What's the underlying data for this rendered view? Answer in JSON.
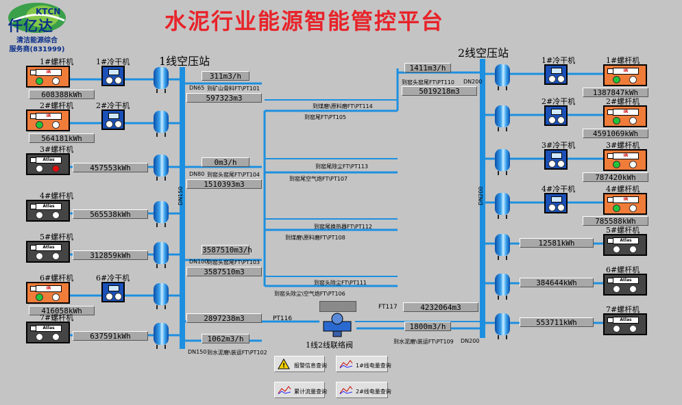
{
  "header": {
    "title": "水泥行业能源智能管控平台",
    "logo": {
      "brand_en": "KTCN",
      "brand_cn": "仟亿达",
      "line1": "清洁能源综合",
      "line2": "服务商(831999)"
    }
  },
  "stations": {
    "line1": "1线空压站",
    "line2": "2线空压站"
  },
  "colors": {
    "pipe": "#1c8fe0",
    "background": "#c4c4c4",
    "title": "#e8232a",
    "ir": "#f07c3a",
    "atlas": "#454545",
    "dryer": "#1a50b8"
  },
  "left_units": [
    {
      "comp": "1#螺杆机",
      "type": "IR",
      "dryer": "1#冷干机",
      "energy": "608388kWh"
    },
    {
      "comp": "2#螺杆机",
      "type": "IR",
      "dryer": "2#冷干机",
      "energy": "564181kWh"
    },
    {
      "comp": "3#螺杆机",
      "type": "Atlas",
      "energy": "457553kWh"
    },
    {
      "comp": "4#螺杆机",
      "type": "Atlas",
      "energy": "565538kWh"
    },
    {
      "comp": "5#螺杆机",
      "type": "Atlas",
      "energy": "312859kWh"
    },
    {
      "comp": "6#螺杆机",
      "type": "IR",
      "dryer": "6#冷干机",
      "energy": "416058kWh"
    },
    {
      "comp": "7#螺杆机",
      "type": "Atlas",
      "energy": "637591kWh"
    }
  ],
  "right_units": [
    {
      "comp": "1#螺杆机",
      "type": "IR",
      "dryer": "1#冷干机",
      "energy": "1387847kWh"
    },
    {
      "comp": "2#螺杆机",
      "type": "IR",
      "dryer": "2#冷干机",
      "energy": "4591069kWh"
    },
    {
      "comp": "3#螺杆机",
      "type": "IR",
      "dryer": "3#冷干机",
      "energy": "787420kWh"
    },
    {
      "comp": "4#螺杆机",
      "type": "IR",
      "dryer": "4#冷干机",
      "energy": "785588kWh"
    },
    {
      "comp": "5#螺杆机",
      "type": "Atlas",
      "energy": "12581kWh"
    },
    {
      "comp": "6#螺杆机",
      "type": "Atlas",
      "energy": "384644kWh"
    },
    {
      "comp": "7#螺杆机",
      "type": "Atlas",
      "energy": "553711kWh"
    }
  ],
  "left_flows": [
    {
      "rate": "311m3/h",
      "dn": "DN65",
      "name": "到矿山骨料FT\\PT101",
      "total": "597323m3"
    },
    {
      "rate": "0m3/h",
      "dn": "DN80",
      "name": "到窑头窑尾FT\\PT104",
      "total": "1510393m3"
    },
    {
      "rate": "3587510m3/h",
      "dn": "DN100",
      "name": "到窑头窑尾FT\\PT103",
      "total": "3587510m3"
    },
    {
      "rate": "1062m3/h",
      "dn": "DN150",
      "name": "到水泥磨\\装运FT\\PT102",
      "total": "2897238m3"
    }
  ],
  "right_flows": [
    {
      "rate": "1411m3/h",
      "name": "到窑头窑尾FT\\PT110",
      "dn": "DN200",
      "total": "5019218m3"
    },
    {
      "rate": "1800m3/h",
      "name": "到水泥磨\\装运FT\\PT109",
      "dn": "DN200",
      "total": "4232064m3"
    }
  ],
  "branches": [
    "到煤磨\\原料磨FT\\PT114",
    "到窑尾FT\\PT105",
    "到窑尾除尘FT\\PT113",
    "到窑尾空气炮FT\\PT107",
    "到窑尾换热器FT\\PT112",
    "到煤磨\\原料磨FT\\PT108",
    "到窑头除尘FT\\PT111",
    "到窑头除尘\\空气炮FT\\PT106"
  ],
  "pipe_labels": {
    "left_main": "DN150",
    "right_main": "DN200",
    "pt116": "PT116",
    "ft117": "FT117"
  },
  "valve": {
    "label": "1线2线联络阀"
  },
  "buttons": [
    "报警信息查询",
    "1#线电量查询",
    "累计流量查询",
    "2#线电量查询"
  ]
}
